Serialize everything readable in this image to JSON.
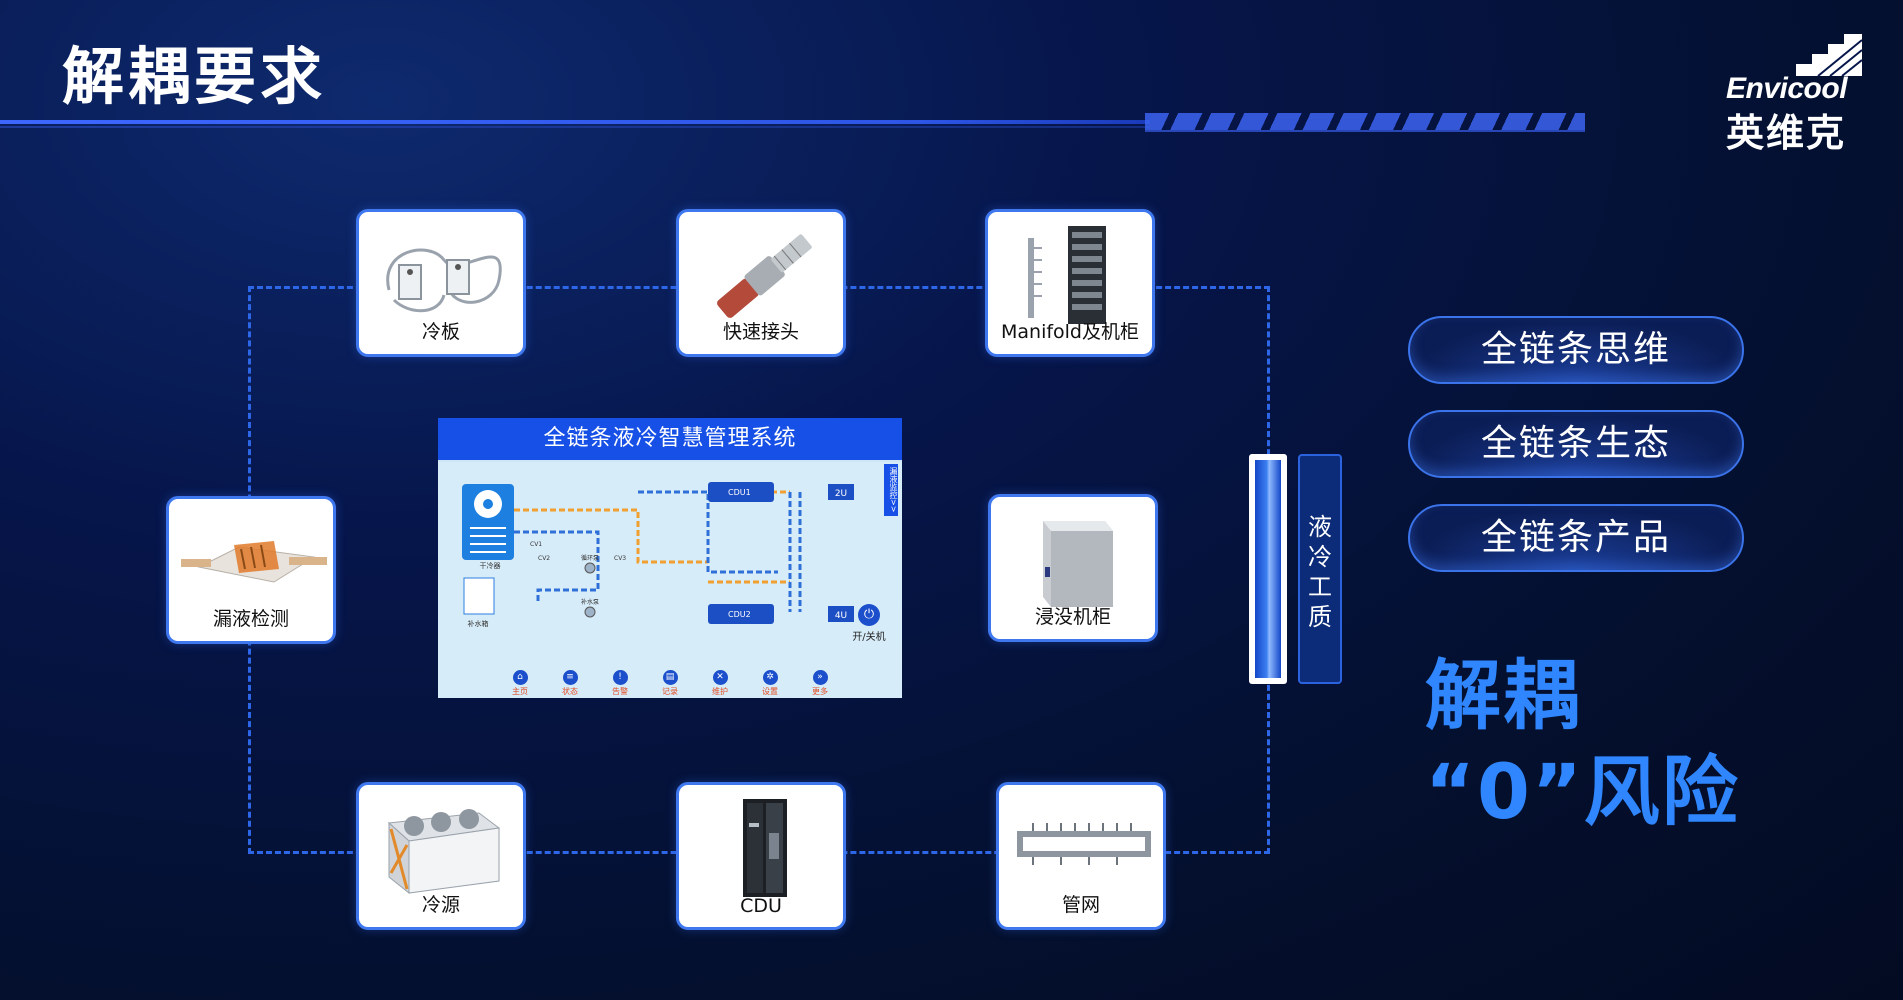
{
  "header": {
    "title": "解耦要求"
  },
  "logo": {
    "en": "Envicool",
    "cn": "英维克"
  },
  "components": {
    "cold_plate": "冷板",
    "quick_connector": "快速接头",
    "manifold": "Manifold及机柜",
    "leak_detection": "漏液检测",
    "immersion_cabinet": "浸没机柜",
    "cold_source": "冷源",
    "cdu": "CDU",
    "pipe_network": "管网"
  },
  "panel": {
    "title": "全链条液冷智慧管理系统",
    "side_tab": "漏液监控>>",
    "nav": [
      {
        "icon": "home-icon",
        "label": "主页"
      },
      {
        "icon": "status-icon",
        "label": "状态"
      },
      {
        "icon": "alarm-icon",
        "label": "告警"
      },
      {
        "icon": "record-icon",
        "label": "记录"
      },
      {
        "icon": "maintenance-icon",
        "label": "维护"
      },
      {
        "icon": "settings-icon",
        "label": "设置"
      },
      {
        "icon": "more-icon",
        "label": "更多"
      }
    ],
    "power_label": "开/关机",
    "diagram_labels": {
      "dry_cooler": "干冷器",
      "makeup_tank": "补水箱",
      "pump": "循环泵",
      "makeup_pump": "补水泵",
      "cdu1": "CDU1",
      "cdu2": "CDU2",
      "u2": "2U",
      "u4": "4U",
      "cv1": "CV1",
      "cv2": "CV2",
      "cv3": "CV3"
    }
  },
  "medium_label": "液冷工质",
  "pills": [
    "全链条思维",
    "全链条生态",
    "全链条产品"
  ],
  "slogan": {
    "line1": "解耦",
    "line2": "“0”风险"
  },
  "colors": {
    "accent": "#2f86ff",
    "card_border": "#3f78ee",
    "panel_head": "#1650e6"
  }
}
